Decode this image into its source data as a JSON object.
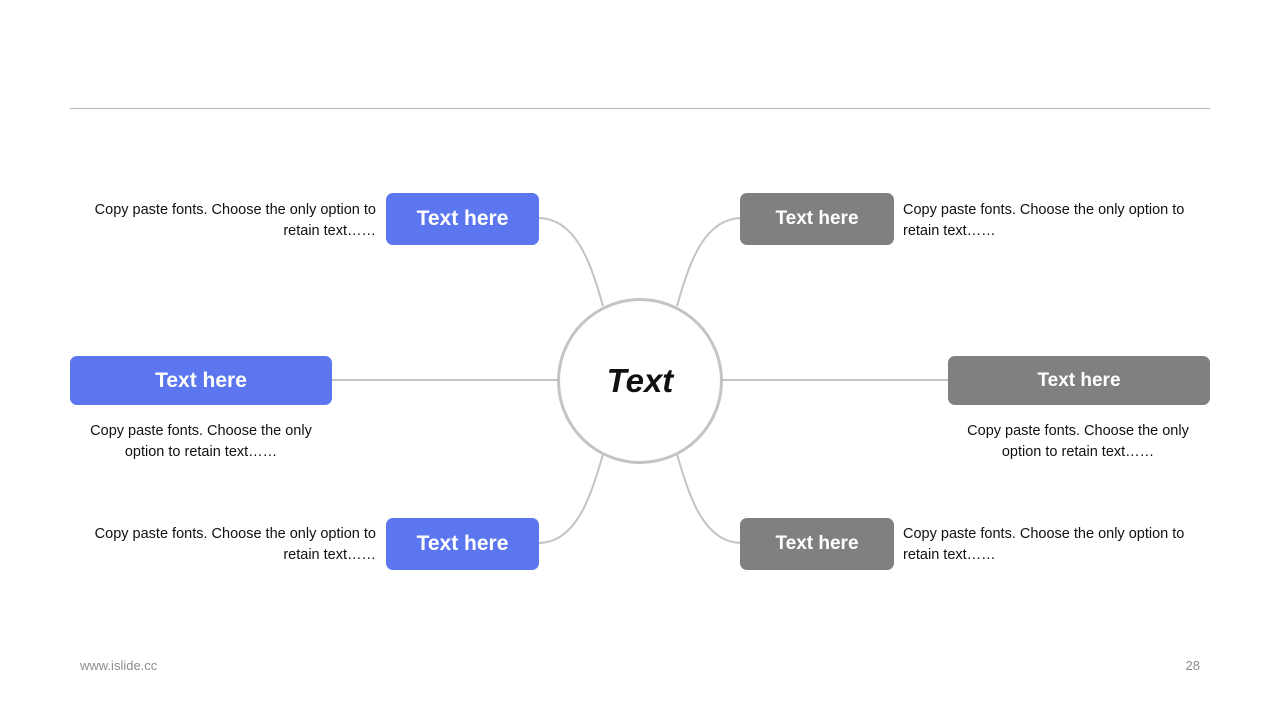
{
  "center": {
    "label": "Text"
  },
  "nodes": [
    {
      "label": "Text here",
      "color": "#5b76ef",
      "description": "Copy paste fonts. Choose the only option to retain text……"
    },
    {
      "label": "Text here",
      "color": "#5b76ef",
      "description": "Copy paste fonts. Choose the only option to retain text……"
    },
    {
      "label": "Text here",
      "color": "#5b76ef",
      "description": "Copy paste fonts. Choose the only option to retain text……"
    },
    {
      "label": "Text here",
      "color": "#808080",
      "description": "Copy paste fonts. Choose the only option to retain text……"
    },
    {
      "label": "Text here",
      "color": "#808080",
      "description": "Copy paste fonts. Choose the only option to retain text……"
    },
    {
      "label": "Text here",
      "color": "#808080",
      "description": "Copy paste fonts. Choose the only option to retain text……"
    }
  ],
  "footer": {
    "website": "www.islide.cc",
    "page_number": "28"
  }
}
